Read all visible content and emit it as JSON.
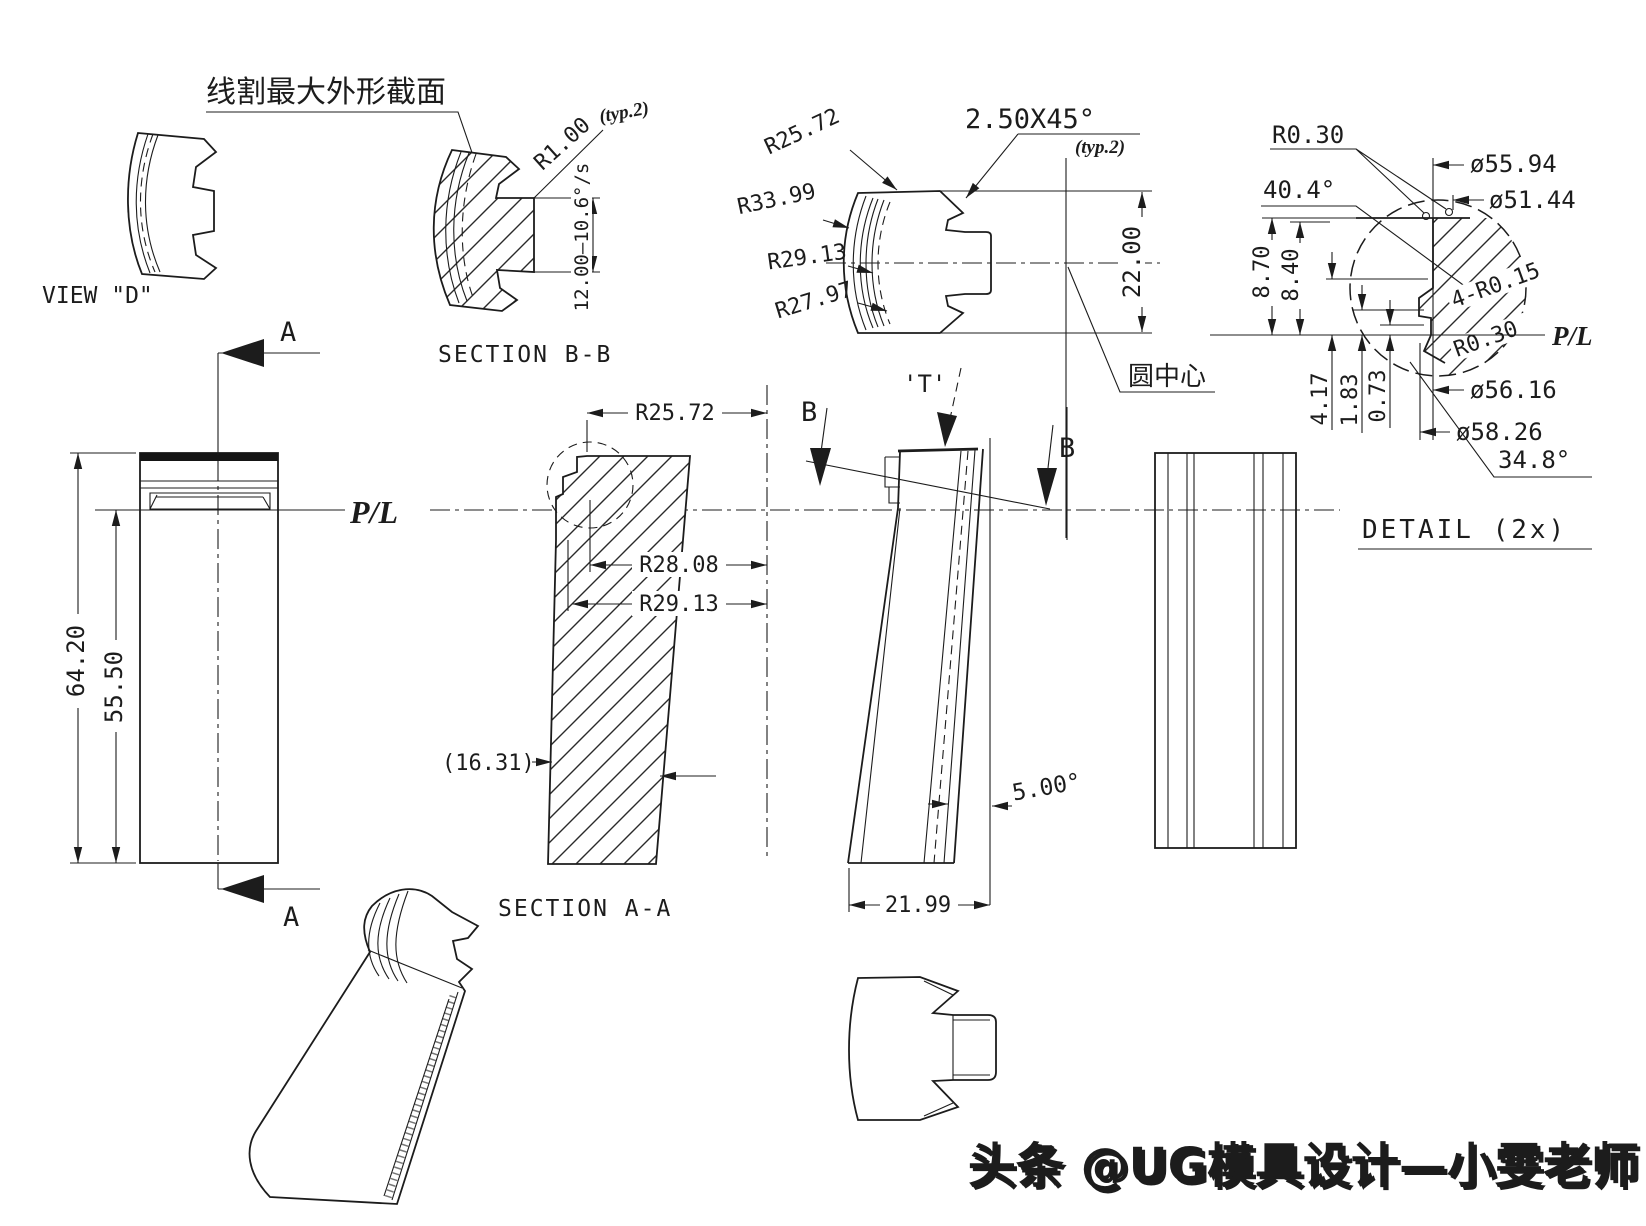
{
  "watermark": "头条 @UG模具设计—小雯老师",
  "labels": {
    "view_d": "VIEW \"D\"",
    "section_bb": "SECTION  B-B",
    "section_aa": "SECTION  A-A",
    "detail_2x": "DETAIL  (2x)",
    "wire_cut_note": "线割最大外形截面",
    "circle_center": "圆中心",
    "pl": "P/L",
    "t_mark": "'T'",
    "a": "A",
    "b": "B"
  },
  "dims": {
    "r1_00": "R1.00",
    "typ2": "(typ.2)",
    "h12": "12.00–10.6°/s",
    "r25_72": "R25.72",
    "r33_99": "R33.99",
    "r29_13": "R29.13",
    "r27_97": "R27.97",
    "chamfer": "2.50X45°",
    "d22_00": "22.00",
    "r0_30": "R0.30",
    "a40_4": "40.4°",
    "dia55_94": "ø55.94",
    "dia51_44": "ø51.44",
    "d8_70": "8.70",
    "d8_40": "8.40",
    "r4_r0_15": "4-R0.15",
    "d4_17": "4.17",
    "d1_83": "1.83",
    "d0_73": "0.73",
    "dia56_16": "ø56.16",
    "dia58_26": "ø58.26",
    "a34_8": "34.8°",
    "r28_08": "R28.08",
    "d16_31": "(16.31)",
    "d64_20": "64.20",
    "d55_50": "55.50",
    "a5_00": "5.00°",
    "d21_99": "21.99"
  },
  "colors": {
    "line": "#1c1c1c",
    "watermark": "#8f8f8f"
  }
}
